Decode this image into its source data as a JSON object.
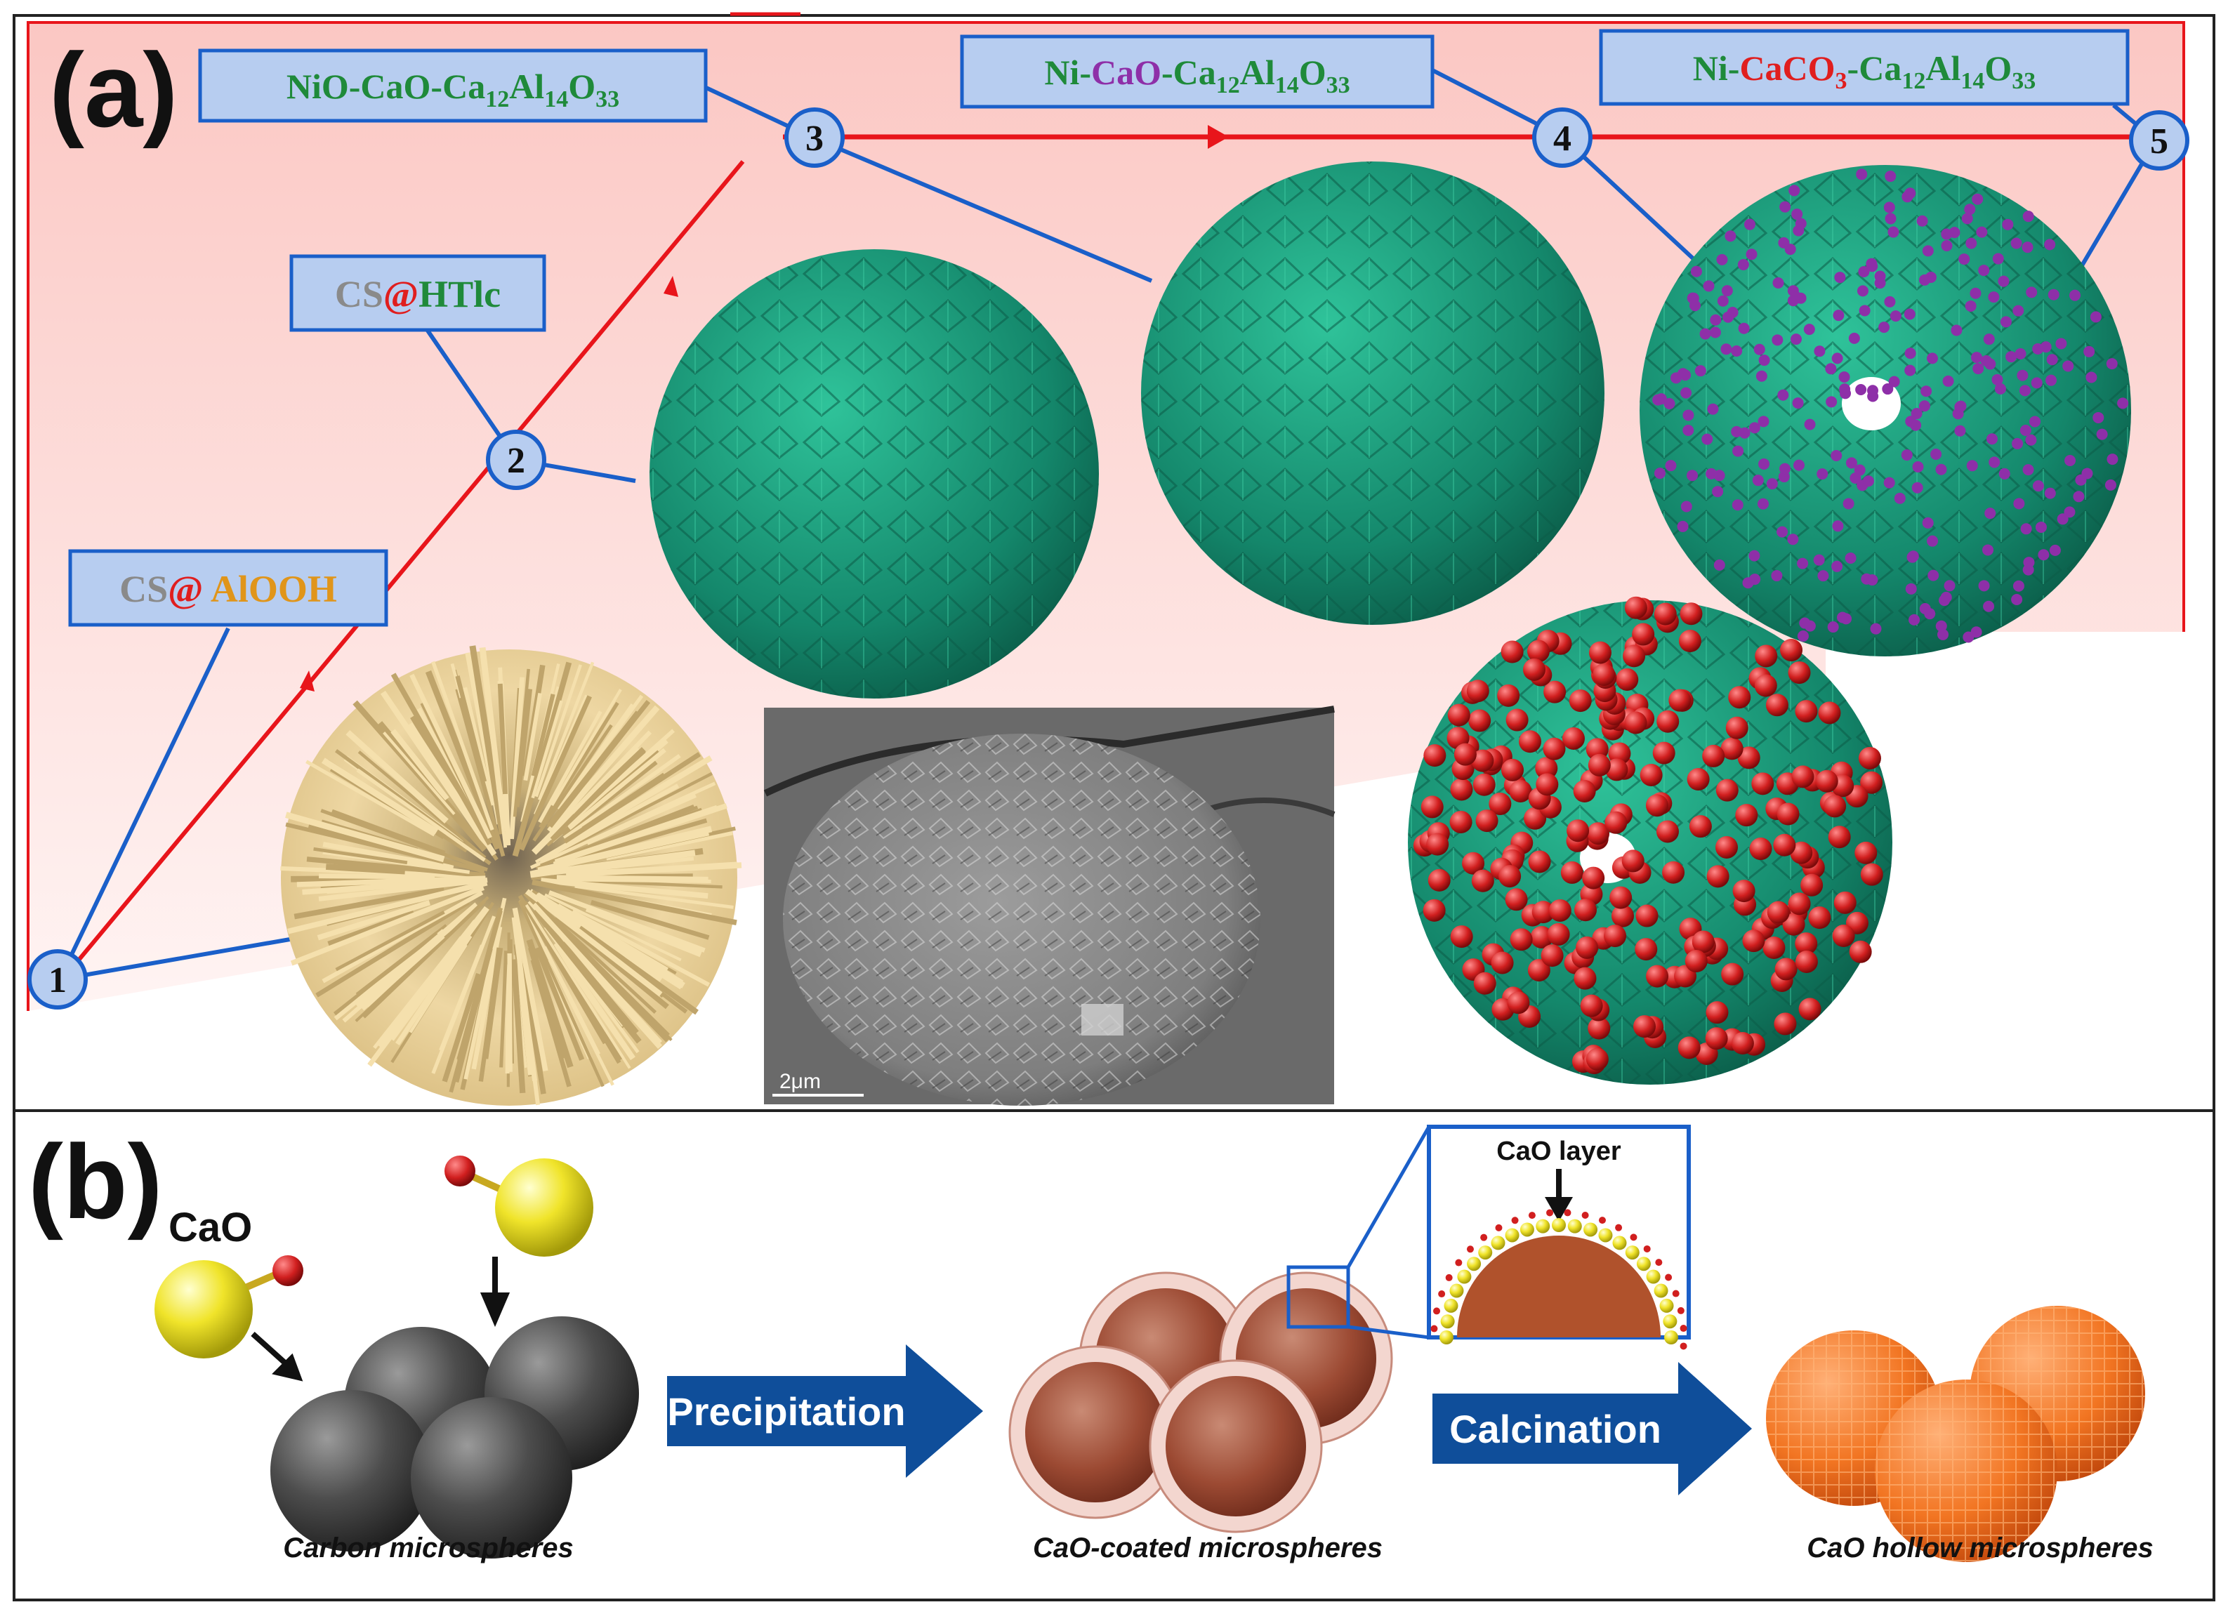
{
  "panel_a": {
    "label": "(a)",
    "labels": {
      "nio": [
        "NiO-CaO-Ca",
        "12",
        "Al",
        "14",
        "O",
        "33"
      ],
      "ni_cao": [
        "Ni-",
        "CaO",
        "-Ca",
        "12",
        "Al",
        "14",
        "O",
        "33"
      ],
      "ni_caco3": [
        "Ni-",
        "CaCO",
        "3",
        "-Ca",
        "12",
        "Al",
        "14",
        "O",
        "33"
      ],
      "cs_htlc": [
        "CS",
        "@",
        "HTlc"
      ],
      "cs_alooh": [
        "CS",
        "@",
        " AlOOH"
      ]
    },
    "steps": [
      "1",
      "2",
      "3",
      "4",
      "5"
    ],
    "sem_scale": "2μm"
  },
  "panel_b": {
    "label": "(b)",
    "cao_label": "CaO",
    "cao_layer_label": "CaO layer",
    "arrow_precipitation": "Precipitation",
    "arrow_calcination": "Calcination",
    "caption_carbon": "Carbon microspheres",
    "caption_coated": "CaO-coated microspheres",
    "caption_hollow": "CaO hollow microspheres"
  },
  "colors": {
    "pink_bg": "#fcd6d2",
    "red_line": "#e8151b",
    "blue_line": "#1a5fc9",
    "label_fill": "#b7cdf0",
    "label_text_green": "#1f8a3a",
    "text_purple": "#8e2fa8",
    "text_red": "#e01e1e",
    "text_gray": "#8a8a8a",
    "text_orange": "#e0951a",
    "green_sphere": "#17977a",
    "tan_sphere": "#ecd39b",
    "carbon_gray": "#4a4a4a",
    "cao_yellow": "#f2e52a",
    "arrow_blue": "#0f4e9a",
    "hollow_orange": "#f27a2a",
    "brown": "#b0522c"
  }
}
